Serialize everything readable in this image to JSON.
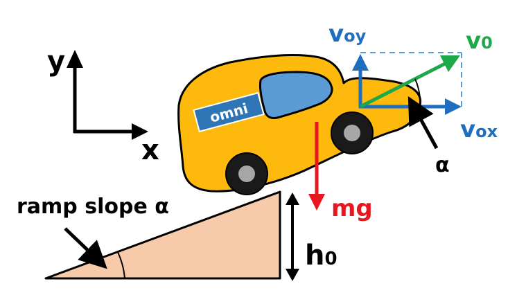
{
  "axes": {
    "y_label": "y",
    "x_label": "x"
  },
  "car": {
    "badge_text": "omni"
  },
  "vectors": {
    "v0": {
      "main": "v",
      "sub": "0"
    },
    "voy": {
      "main": "v",
      "sub": "oy"
    },
    "vox": {
      "main": "v",
      "sub": "ox"
    },
    "alpha": "α",
    "mg": "mg"
  },
  "ramp": {
    "slope_label": "ramp slope α",
    "height_main": "h",
    "height_sub": "0"
  },
  "colors": {
    "car_body": "#FDBA0C",
    "car_window": "#5B9BD5",
    "badge": "#2E75B6",
    "vector_blue": "#1F6FC0",
    "vector_green": "#1FA84A",
    "gravity_red": "#E8161E",
    "ramp_fill": "#F7CBAA"
  }
}
